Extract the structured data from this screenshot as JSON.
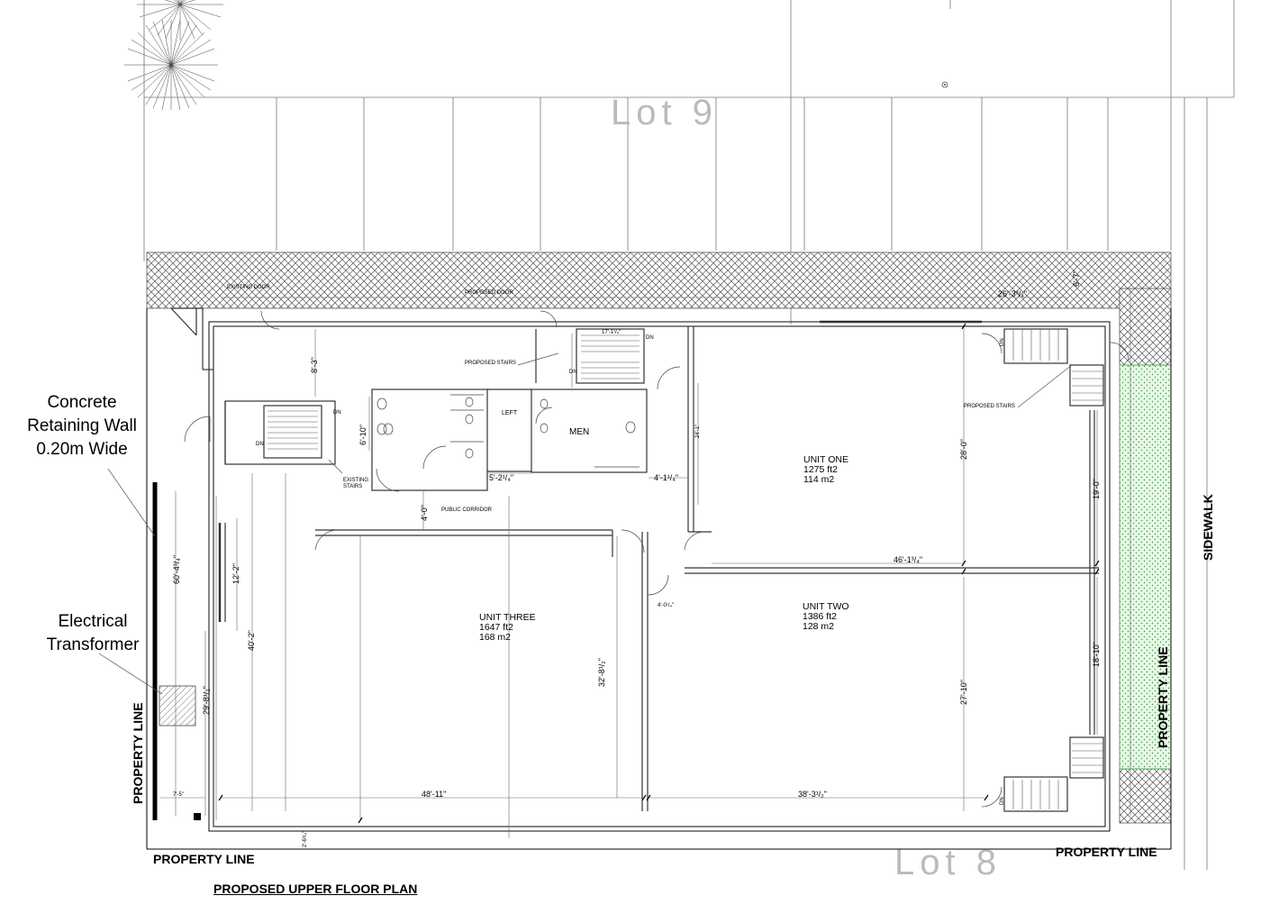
{
  "drawing": {
    "title": "PROPOSED UPPER FLOOR PLAN",
    "lots": {
      "north": "Lot 9",
      "south": "Lot 8"
    },
    "sidewalk": "SIDEWALK",
    "property_lines": {
      "west": "PROPERTY LINE",
      "south": "PROPERTY LINE",
      "east": "PROPERTY LINE",
      "southeast": "PROPERTY LINE"
    },
    "callouts": {
      "retaining_wall": [
        "Concrete",
        "Retaining Wall",
        "0.20m Wide"
      ],
      "transformer": [
        "Electrical",
        "Transformer"
      ]
    },
    "units": [
      {
        "name": "UNIT ONE",
        "area_ft": "1275 ft2",
        "area_m": "114 m2"
      },
      {
        "name": "UNIT TWO",
        "area_ft": "1386 ft2",
        "area_m": "128 m2"
      },
      {
        "name": "UNIT THREE",
        "area_ft": "1647 ft2",
        "area_m": "168 m2"
      }
    ],
    "room_labels": {
      "men": "MEN",
      "left": "LEFT",
      "public_corridor": "PUBLIC CORRIDOR",
      "proposed_stairs": "PROPOSED STAIRS",
      "proposed_stairs_east": "PROPOSED STAIRS",
      "existing_stairs": [
        "EXISTING",
        "STAIRS"
      ],
      "existing_door": "EXISTING DOOR",
      "proposed_door": "PROPOSED DOOR",
      "dn": "DN"
    },
    "dimensions": {
      "d_8_3": "8'-3\"",
      "d_6_10": "6'-10\"",
      "d_5_2": "5'-2¹/₄\"",
      "d_4_1": "4'-1¹/₄\"",
      "d_4_0": "4'-0\"",
      "d_12_2": "12'-2\"",
      "d_40_2": "40'-2\"",
      "d_60_4": "60'-4³/₄\"",
      "d_29_8": "29'-8¹/₂\"",
      "d_32_8": "32'-8¹/₂\"",
      "d_48_11": "48'-11\"",
      "d_38_3": "38'-3¹/₂\"",
      "d_46_1": "46'-1³/₄\"",
      "d_28_0": "28'-0\"",
      "d_27_10": "27'-10\"",
      "d_19_0": "19'-0\"",
      "d_18_10": "18'-10\"",
      "d_26_3": "26'-3³/₄\"",
      "d_6_7": "6'-7\"",
      "d_7_5": "7'-5\"",
      "d_24_1": "24'-1\"",
      "d_17_1": "17'-1¹/₄\"",
      "d_4_0b": "4'-0¹/₄\"",
      "d_2_6": "2'-6³/₄\""
    }
  }
}
